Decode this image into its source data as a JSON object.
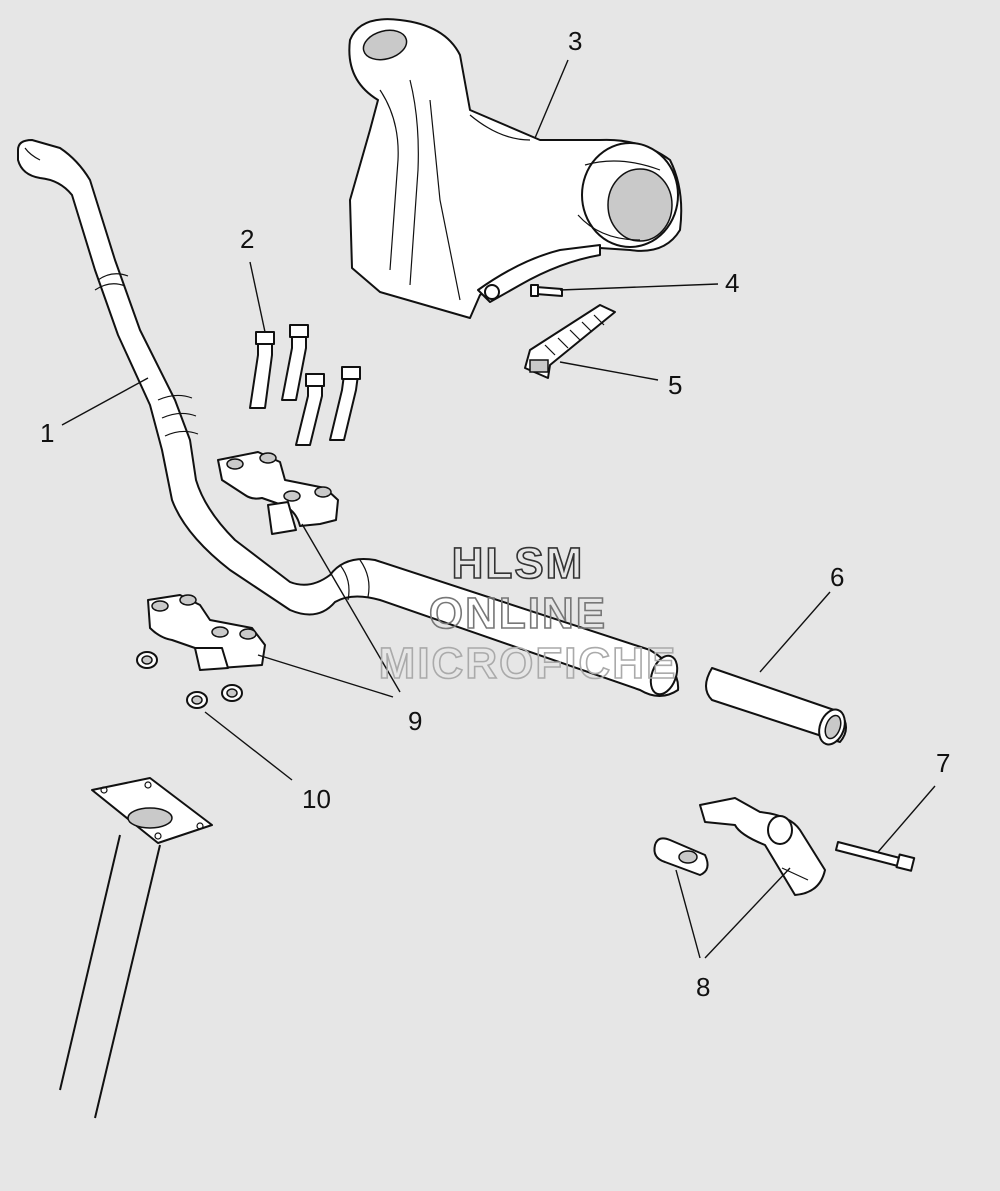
{
  "callouts": [
    {
      "id": "1",
      "label": "1"
    },
    {
      "id": "2",
      "label": "2"
    },
    {
      "id": "3",
      "label": "3"
    },
    {
      "id": "4",
      "label": "4"
    },
    {
      "id": "5",
      "label": "5"
    },
    {
      "id": "6",
      "label": "6"
    },
    {
      "id": "7",
      "label": "7"
    },
    {
      "id": "8",
      "label": "8"
    },
    {
      "id": "9",
      "label": "9"
    },
    {
      "id": "10",
      "label": "10"
    }
  ],
  "watermark": {
    "line1": "HLSM",
    "line2": "ONLINE",
    "line3": "MICROFICHE"
  },
  "colors": {
    "background": "#e6e6e6",
    "linework": "#111111",
    "part_fill": "#ffffff",
    "shading": "#c9c9c9"
  }
}
